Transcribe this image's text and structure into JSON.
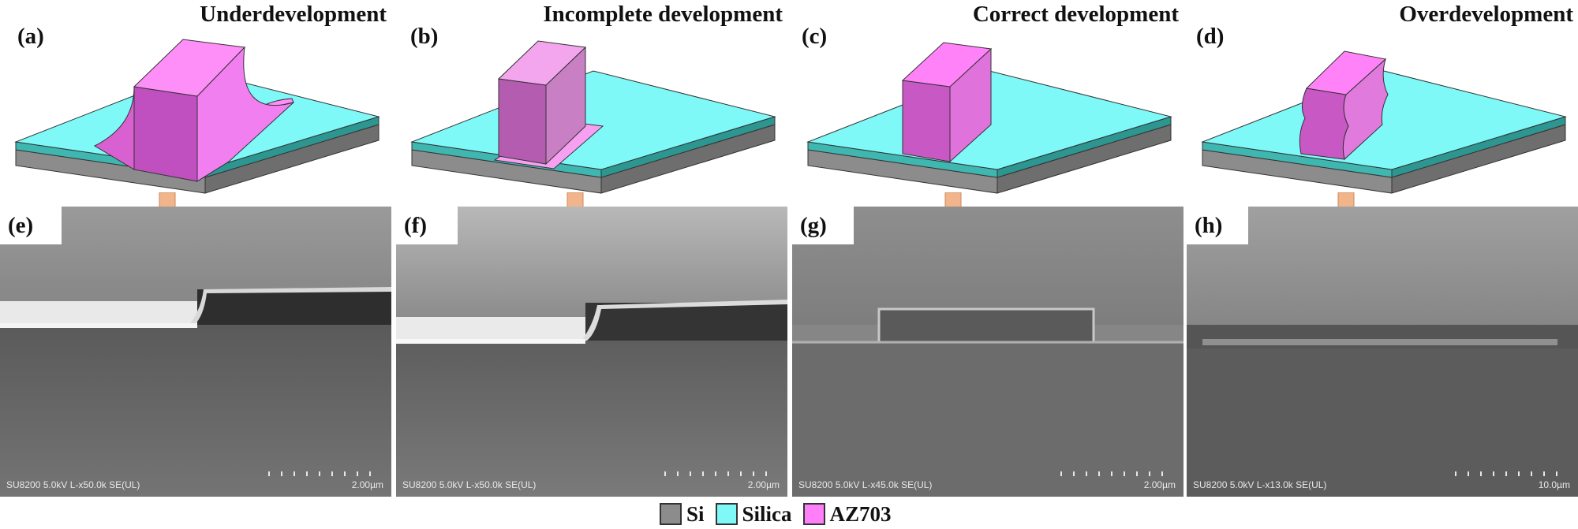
{
  "columns": [
    {
      "title": "Underdevelopment",
      "schematic_label": "(a)",
      "sem_label": "(e)",
      "sem_info": "SU8200 5.0kV L-x50.0k SE(UL)",
      "scale_bar": "2.00µm"
    },
    {
      "title": "Incomplete development",
      "schematic_label": "(b)",
      "sem_label": "(f)",
      "sem_info": "SU8200 5.0kV L-x50.0k SE(UL)",
      "scale_bar": "2.00µm"
    },
    {
      "title": "Correct development",
      "schematic_label": "(c)",
      "sem_label": "(g)",
      "sem_info": "SU8200 5.0kV L-x45.0k SE(UL)",
      "scale_bar": "2.00µm"
    },
    {
      "title": "Overdevelopment",
      "schematic_label": "(d)",
      "sem_label": "(h)",
      "sem_info": "SU8200 5.0kV L-x13.0k SE(UL)",
      "scale_bar": "10.0µm"
    }
  ],
  "legend": [
    {
      "label": "Si",
      "color": "#8c8c8c"
    },
    {
      "label": "Silica",
      "color": "#7ff8f8"
    },
    {
      "label": "AZ703",
      "color": "#ff7ff8"
    }
  ]
}
